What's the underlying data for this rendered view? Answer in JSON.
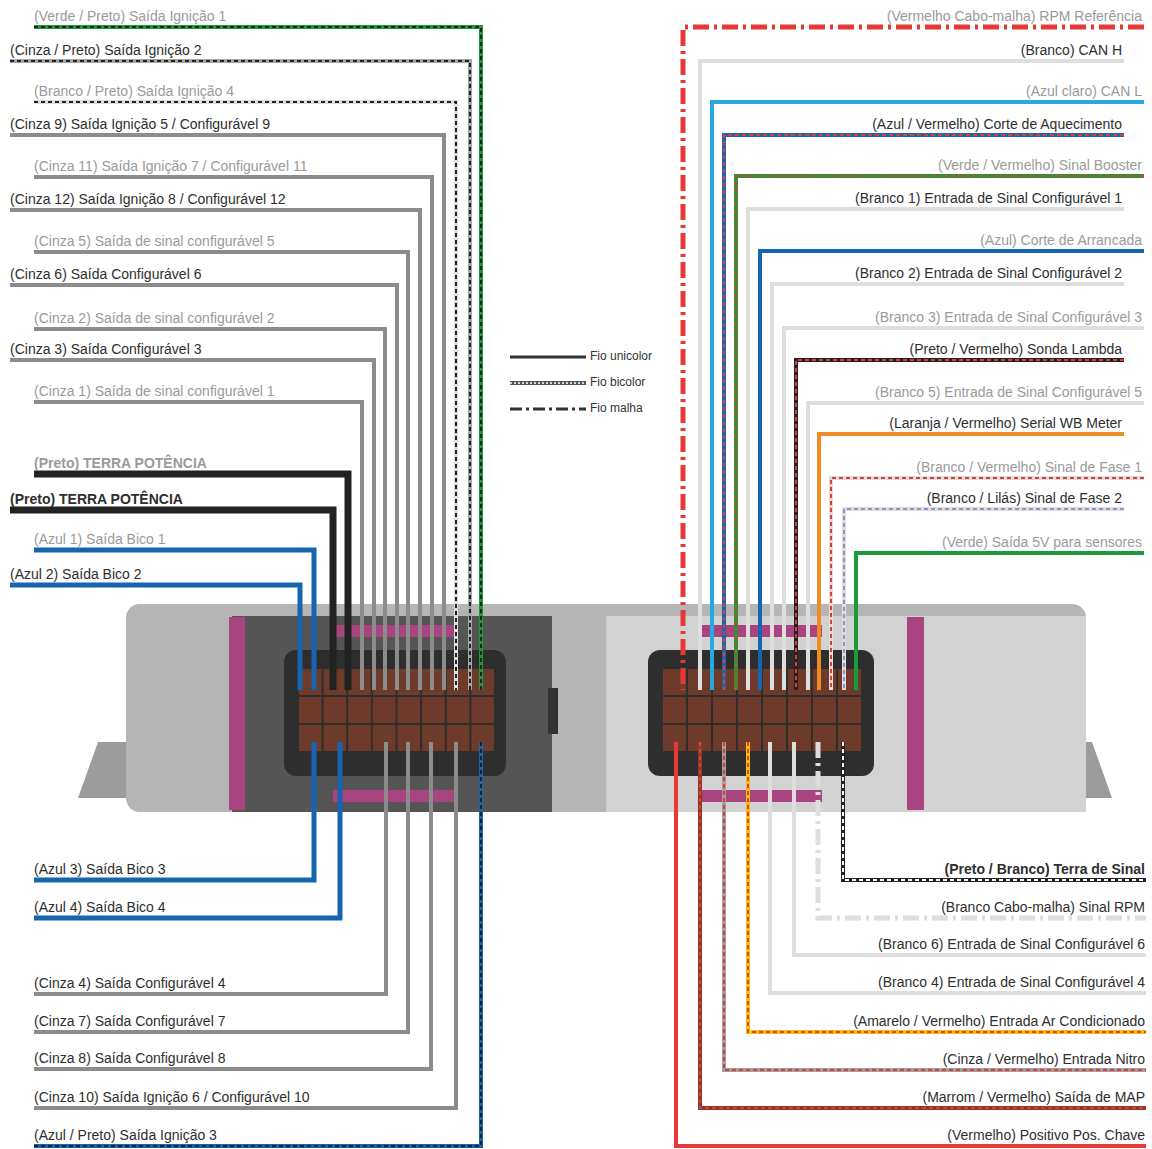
{
  "diagram": {
    "labels": [
      "(Verde / Preto) Saída Ignição 1",
      "(Cinza / Preto) Saída Ignição 2",
      "(Branco / Preto) Saída Ignição 4",
      "(Cinza 9) Saída Ignição 5 / Configurável 9",
      "(Cinza 11) Saída Ignição 7 / Configurável 11",
      "(Cinza 12) Saída Ignição 8 / Configurável 12",
      "(Cinza 5) Saída de sinal configurável 5",
      "(Cinza 6) Saída Configurável 6",
      "(Cinza 2) Saída de sinal configurável 2",
      "(Cinza 3) Saída Configurável 3",
      "(Cinza 1) Saída de sinal configurável 1",
      "(Preto) TERRA POTÊNCIA",
      "(Preto) TERRA POTÊNCIA",
      "(Azul 1) Saída Bico 1",
      "(Azul 2) Saída Bico 2",
      "(Azul 3) Saída Bico 3",
      "(Azul 4) Saída Bico 4",
      "(Cinza 4) Saída Configurável 4",
      "(Cinza 7) Saída Configurável 7",
      "(Cinza 8) Saída Configurável 8",
      "(Cinza 10) Saída Ignição 6 / Configurável 10",
      "(Azul / Preto) Saída Ignição 3",
      "(Vermelho Cabo-malha) RPM Referência",
      "(Branco) CAN H",
      "(Azul claro) CAN L",
      "(Azul / Vermelho) Corte de Aquecimento",
      "(Verde / Vermelho) Sinal Booster",
      "(Branco 1) Entrada de Sinal Configurável 1",
      "(Azul) Corte de Arrancada",
      "(Branco 2) Entrada de Sinal Configurável 2",
      "(Branco 3) Entrada de Sinal Configurável 3",
      "(Preto / Vermelho) Sonda Lambda",
      "(Branco 5) Entrada de Sinal Configurável 5",
      "(Laranja / Vermelho) Serial WB Meter",
      "(Branco / Vermelho) Sinal de Fase 1",
      "(Branco / Lilás) Sinal de Fase 2",
      "(Verde) Saída 5V para sensores",
      "(Preto / Branco) Terra de Sinal",
      "(Branco Cabo-malha) Sinal RPM",
      "(Branco 6) Entrada de Sinal Configurável 6",
      "(Branco 4) Entrada de Sinal Configurável 4",
      "(Amarelo / Vermelho) Entrada Ar Condicionado",
      "(Cinza / Vermelho) Entrada Nitro",
      "(Marrom / Vermelho) Saída de MAP",
      "(Vermelho) Positivo Pos. Chave"
    ],
    "legend": [
      {
        "text": "Fio unicolor"
      },
      {
        "text": "Fio bicolor"
      },
      {
        "text": "Fio malha"
      }
    ]
  }
}
